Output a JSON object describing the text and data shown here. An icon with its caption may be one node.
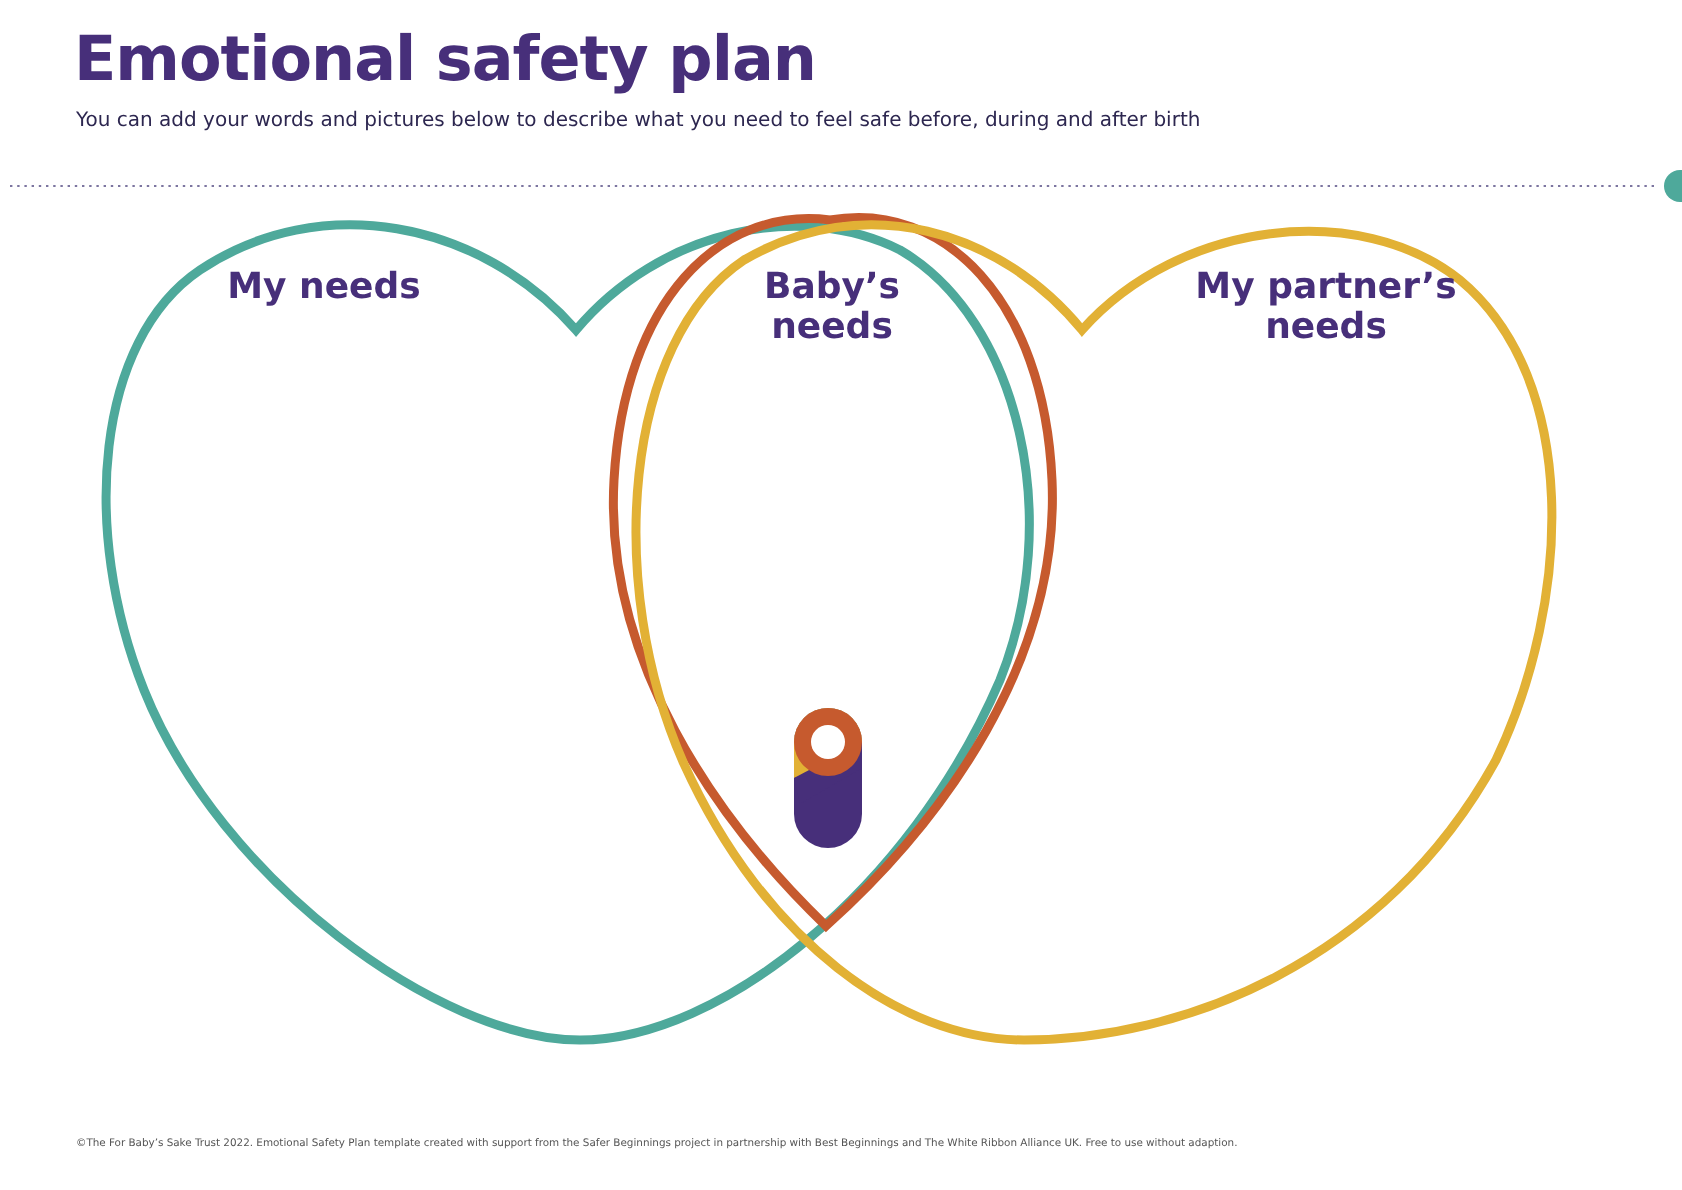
{
  "diagram": {
    "title": "Emotional safety plan",
    "nodes": [
      {
        "text": [
          "My needs"
        ]
      },
      {
        "text": [
          "Baby’s needs"
        ]
      },
      {
        "text": [
          "My partner’s needs"
        ]
      }
    ],
    "labels": [
      "You can add your words and pictures below to describe what you need to feel safe before, during and after birth",
      "©The For Baby’s Sake Trust 2022. Emotional Safety Plan template created with support from the Safer Beginnings project in partnership with Best Beginnings and The White Ribbon Alliance UK. Free to use without adaption."
    ]
  }
}
